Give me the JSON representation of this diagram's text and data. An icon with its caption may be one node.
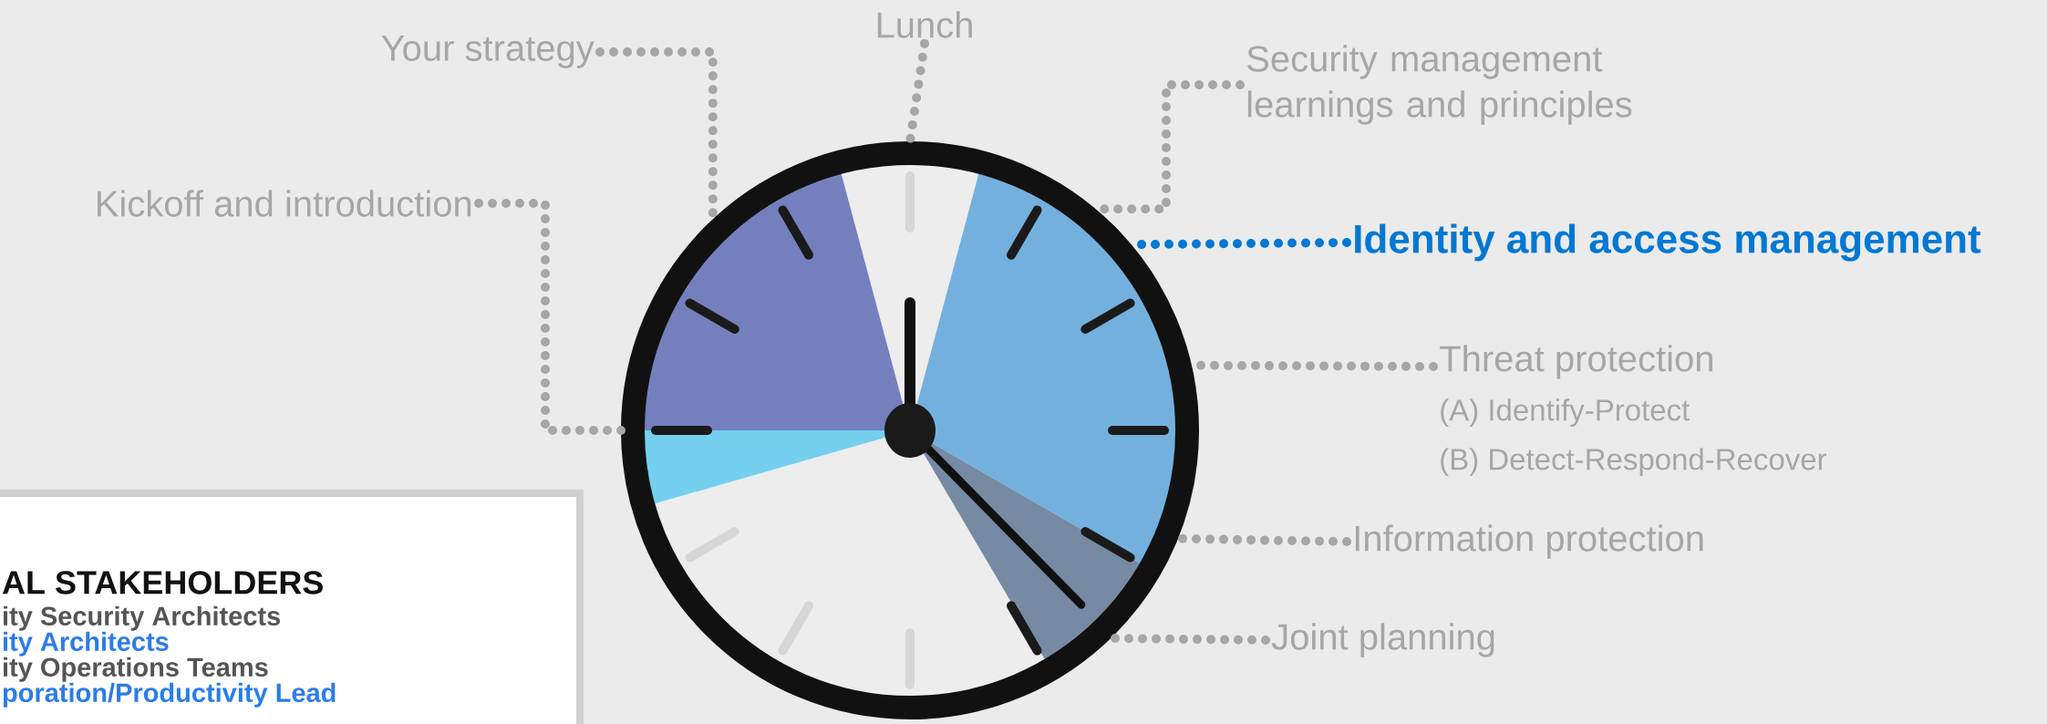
{
  "diagram": {
    "nodes": [
      {
        "text": [
          "Kickoff and introduction"
        ]
      },
      {
        "text": [
          "Your strategy"
        ]
      },
      {
        "text": [
          "Lunch"
        ]
      },
      {
        "text": [
          "Security management learnings and principles"
        ]
      },
      {
        "text": [
          "Identity and access management"
        ]
      },
      {
        "text": [
          "Threat protection",
          "(A) Identify-Protect",
          "(B) Detect-Respond-Recover"
        ]
      },
      {
        "text": [
          "Information protection"
        ]
      },
      {
        "text": [
          "Joint planning"
        ]
      },
      {
        "text": [],
        "shape": "circle"
      },
      {
        "text": [
          "AL STAKEHOLDERS",
          "ity Security Architects",
          "ity Architects",
          "ity Operations Teams",
          "poration/Productivity Lead"
        ]
      }
    ],
    "edges": [
      {
        "from": 0,
        "to": 8,
        "arrow": "none"
      },
      {
        "from": 1,
        "to": 8,
        "arrow": "none"
      },
      {
        "from": 2,
        "to": 8,
        "arrow": "none"
      },
      {
        "from": 3,
        "to": 8,
        "arrow": "none"
      },
      {
        "from": 4,
        "to": 8,
        "arrow": "none",
        "color": "#0078d4"
      },
      {
        "from": 5,
        "to": 8,
        "arrow": "none"
      },
      {
        "from": 6,
        "to": 8,
        "arrow": "none"
      },
      {
        "from": 7,
        "to": 8,
        "arrow": "none"
      }
    ]
  }
}
